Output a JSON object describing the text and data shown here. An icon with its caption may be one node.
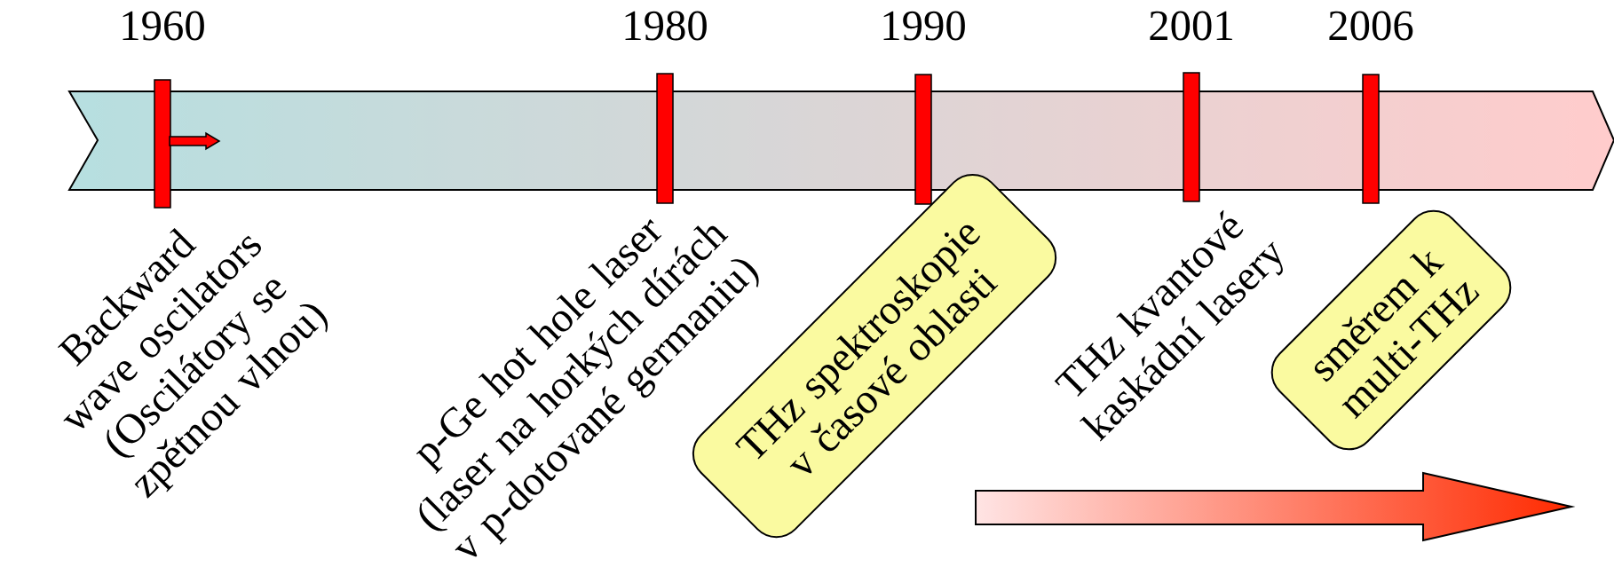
{
  "diagram": {
    "nodes": [
      {
        "text": [
          "THz spektroskopie v časové oblasti"
        ]
      },
      {
        "text": [
          "směrem k multi-THz"
        ]
      }
    ],
    "labels": [
      "1960",
      "1980",
      "1990",
      "2001",
      "2006",
      "Backward wave oscilators (Oscilátory se zpětnou vlnou)",
      "p-Ge hot hole laser (laser na horkých dírách v p-dotované germaniu)",
      "THz kvantové kaskádní lasery"
    ]
  }
}
